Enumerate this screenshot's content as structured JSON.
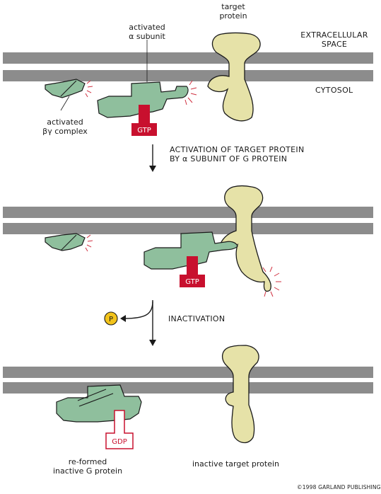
{
  "labels": {
    "target_protein_l1": "target",
    "target_protein_l2": "protein",
    "activated_alpha_l1": "activated",
    "activated_alpha_l2": "α subunit",
    "extracellular_l1": "EXTRACELLULAR",
    "extracellular_l2": "SPACE",
    "cytosol": "CYTOSOL",
    "activated_bg_l1": "activated",
    "activated_bg_l2": "βγ complex",
    "step1_l1": "ACTIVATION OF TARGET PROTEIN",
    "step1_l2": "BY α SUBUNIT OF G PROTEIN",
    "step2": "INACTIVATION",
    "reformed_l1": "re-formed",
    "reformed_l2": "inactive G protein",
    "inactive_target": "inactive target protein",
    "credit": "©1998 GARLAND PUBLISHING"
  },
  "nucleotides": {
    "gtp_1": "GTP",
    "gtp_2": "GTP",
    "gdp": "GDP",
    "phosphate": "P"
  },
  "colors": {
    "membrane": "#8c8c8c",
    "g_protein": "#8fbf9d",
    "target_protein": "#e6e2a8",
    "gtp": "#c8102e",
    "gdp_outline": "#c8102e",
    "phosphate": "#f2c31b",
    "signal_lines": "#d03040"
  }
}
